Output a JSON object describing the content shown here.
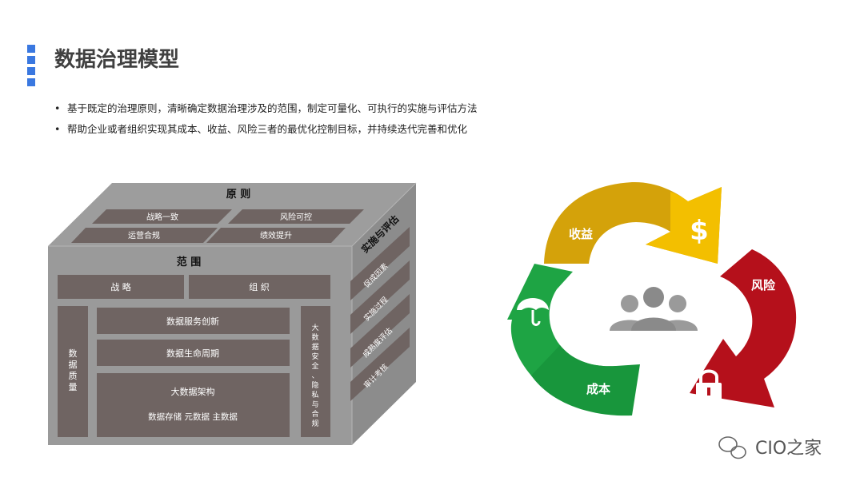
{
  "title": "数据治理模型",
  "bullets": [
    "基于既定的治理原则，清晰确定数据治理涉及的范围，制定可量化、可执行的实施与评估方法",
    "帮助企业或者组织实现其成本、收益、风险三者的最优化控制目标，并持续迭代完善和优化"
  ],
  "cube": {
    "top_title": "原 则",
    "top_items": [
      "战略一致",
      "风险可控",
      "运营合规",
      "绩效提升"
    ],
    "scope_title": "范 围",
    "scope_row": [
      "战 略",
      "组 织"
    ],
    "left_col": "数据质量",
    "center_items": [
      "数据服务创新",
      "数据生命周期"
    ],
    "arch_title": "大数据架构",
    "arch_sub": "数据存储  元数据  主数据",
    "right_col": "大数据安全、隐私与合规",
    "side_title": "实施与评估",
    "side_items": [
      "促成因素",
      "实施过程",
      "成熟度评估",
      "审计考核"
    ]
  },
  "cycle": {
    "labels": [
      "收益",
      "风险",
      "成本"
    ],
    "colors": {
      "gold": "#d4a20a",
      "yellow": "#f3bf00",
      "red": "#b5101b",
      "green": "#1ea444",
      "gray": "#9a9a9a"
    },
    "icons": [
      "dollar-icon",
      "lock-icon",
      "umbrella-icon",
      "people-icon"
    ]
  },
  "watermark": "CIO之家"
}
